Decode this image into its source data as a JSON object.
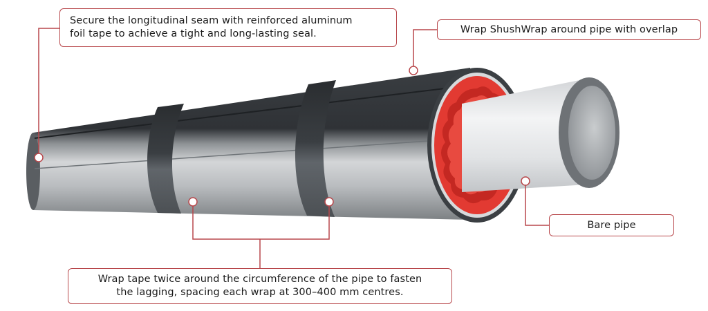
{
  "callouts": {
    "seam": {
      "line1": "Secure the longitudinal seam with reinforced aluminum",
      "line2": "foil tape to achieve a tight and long-lasting seal."
    },
    "wrap": {
      "text": "Wrap ShushWrap around pipe with overlap"
    },
    "bare": {
      "text": "Bare pipe"
    },
    "tape": {
      "line1": "Wrap tape twice around the circumference of the pipe to fasten",
      "line2": "the lagging, spacing each wrap at 300–400 mm centres."
    }
  },
  "colors": {
    "callout_border": "#b8474b",
    "leader_line": "#b8474b",
    "insulation_red": "#e23a32",
    "lagging_dark": "#34383c",
    "lagging_light": "#c9ccce",
    "bare_pipe": "#e2e3e5"
  }
}
